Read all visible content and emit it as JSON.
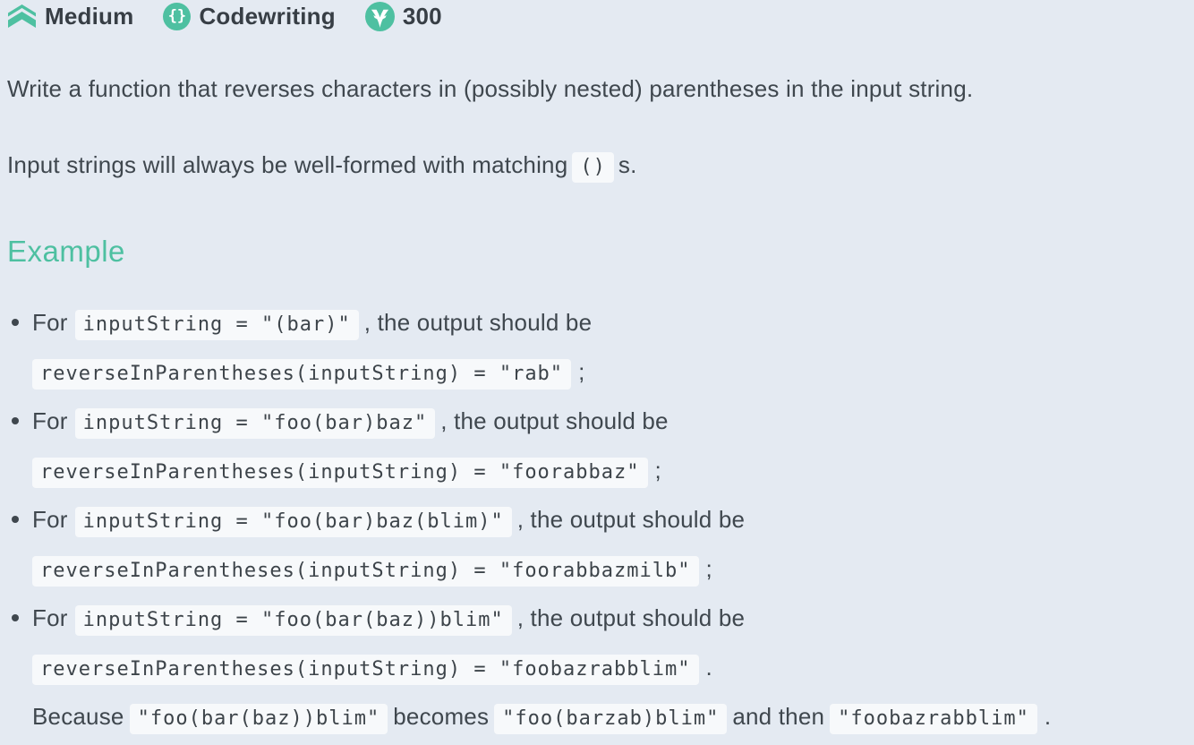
{
  "theme": {
    "background": "#e4eaf2",
    "accent_teal": "#4ec0a1",
    "text_color": "#3f474e",
    "code_chip_bg": "#f7f9fb"
  },
  "header": {
    "badges": [
      {
        "label": "Medium",
        "icon": "difficulty-chevrons-icon"
      },
      {
        "label": "Codewriting",
        "icon": "braces-icon"
      },
      {
        "label": "300",
        "icon": "coin-icon"
      }
    ],
    "braces_glyph": "{}"
  },
  "description": {
    "line1": "Write a function that reverses characters in (possibly nested) parentheses in the input string.",
    "line2_prefix": "Input strings will always be well-formed with matching",
    "line2_code": "()",
    "line2_suffix": "s."
  },
  "example": {
    "heading": "Example",
    "items": [
      {
        "intro": "For",
        "input_code": "inputString = \"(bar)\"",
        "after_input": ", the output should be",
        "output_code": "reverseInParentheses(inputString) = \"rab\"",
        "terminator": ";"
      },
      {
        "intro": "For",
        "input_code": "inputString = \"foo(bar)baz\"",
        "after_input": ", the output should be",
        "output_code": "reverseInParentheses(inputString) = \"foorabbaz\"",
        "terminator": ";"
      },
      {
        "intro": "For",
        "input_code": "inputString = \"foo(bar)baz(blim)\"",
        "after_input": ", the output should be",
        "output_code": "reverseInParentheses(inputString) = \"foorabbazmilb\"",
        "terminator": ";"
      },
      {
        "intro": "For",
        "input_code": "inputString = \"foo(bar(baz))blim\"",
        "after_input": ", the output should be",
        "output_code": "reverseInParentheses(inputString) = \"foobazrabblim\"",
        "terminator": "."
      }
    ],
    "explanation": {
      "word1": "Because",
      "code1": "\"foo(bar(baz))blim\"",
      "word2": "becomes",
      "code2": "\"foo(barzab)blim\"",
      "word3": "and then",
      "code3": "\"foobazrabblim\"",
      "terminator": "."
    }
  }
}
